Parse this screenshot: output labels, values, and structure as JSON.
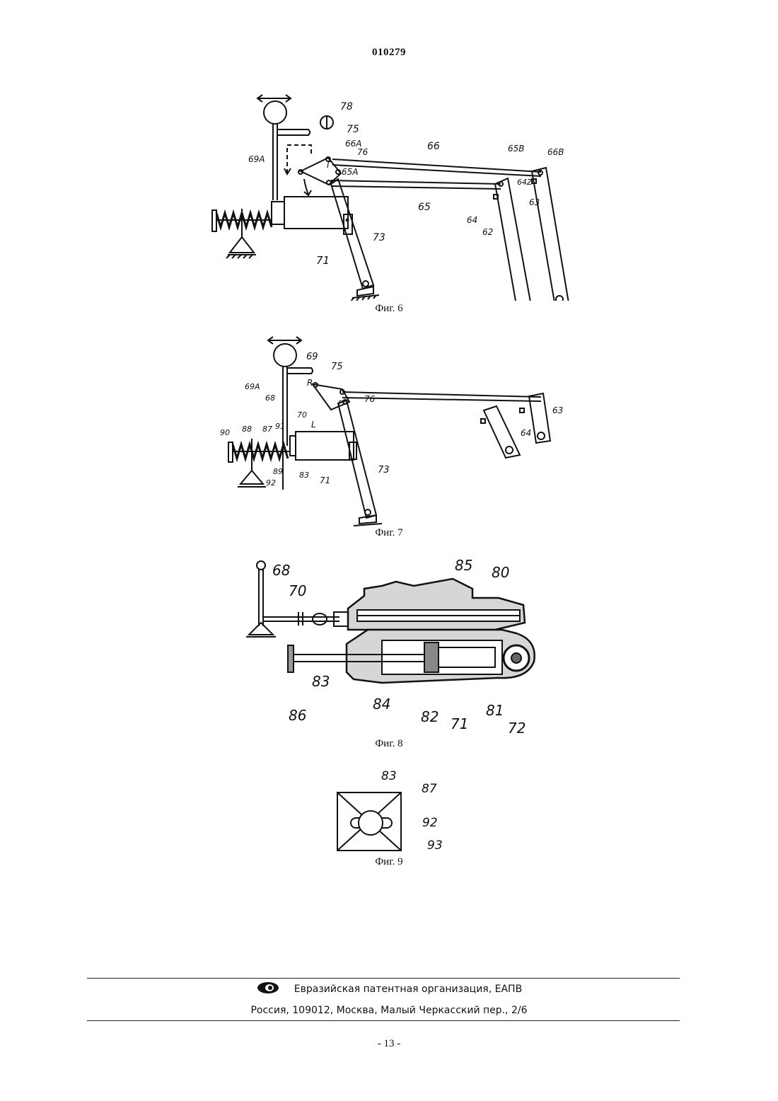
{
  "header": {
    "doc_number": "010279"
  },
  "figures": [
    {
      "caption": "Фиг. 6",
      "labels": [
        "78",
        "75",
        "66A",
        "76",
        "66",
        "65B",
        "66B",
        "65A",
        "64Z",
        "64",
        "65",
        "63",
        "62",
        "73",
        "71",
        "69A"
      ]
    },
    {
      "caption": "Фиг. 7",
      "labels": [
        "69",
        "75",
        "R",
        "76",
        "69A",
        "68",
        "70",
        "L",
        "90",
        "88",
        "87",
        "91",
        "63",
        "64",
        "89",
        "92",
        "83",
        "71",
        "73"
      ]
    },
    {
      "caption": "Фиг. 8",
      "labels": [
        "68",
        "70",
        "85",
        "80",
        "83",
        "84",
        "86",
        "82",
        "71",
        "81",
        "72"
      ]
    },
    {
      "caption": "Фиг. 9",
      "labels": [
        "83",
        "87",
        "92",
        "93"
      ]
    }
  ],
  "footer": {
    "organization": "Евразийская патентная организация, ЕАПВ",
    "address": "Россия, 109012, Москва, Малый Черкасский пер., 2/6"
  },
  "page_number": "- 13 -"
}
